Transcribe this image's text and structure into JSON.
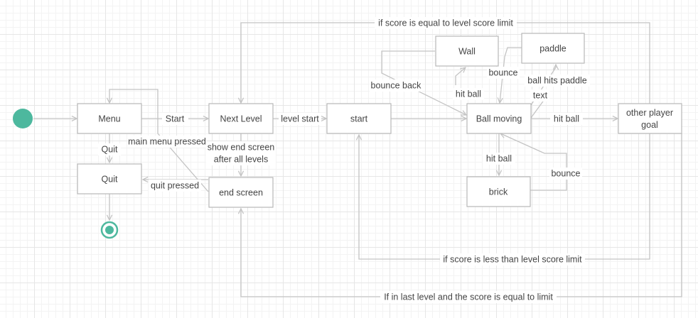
{
  "colors": {
    "accent": "#4db89e",
    "line": "#c4c4c4",
    "box_border": "#b8b8b8",
    "text": "#444444"
  },
  "states": {
    "menu": "Menu",
    "quit": "Quit",
    "next_level": "Next Level",
    "end_screen": "end screen",
    "start": "start",
    "wall": "Wall",
    "paddle": "paddle",
    "ball_moving": "Ball moving",
    "brick": "brick",
    "other_player_goal_line1": "other player",
    "other_player_goal_line2": "goal"
  },
  "labels": {
    "start": "Start",
    "quit": "Quit",
    "main_menu_pressed": "main menu pressed",
    "quit_pressed": "quit pressed",
    "show_end_screen_line1": "show end screen",
    "show_end_screen_line2": "after all levels",
    "level_start": "level start",
    "bounce_back": "bounce back",
    "hit_ball_wall": "hit ball",
    "bounce_paddle": "bounce",
    "ball_hits_paddle": "ball hits paddle",
    "text": "text",
    "hit_ball_goal": "hit ball",
    "hit_ball_brick": "hit ball",
    "bounce_brick": "bounce",
    "score_equal_limit": "if score is equal to level score limit",
    "score_less_limit": "if score is less than level score limit",
    "last_level_limit": "If in last level and the score is equal to limit"
  }
}
